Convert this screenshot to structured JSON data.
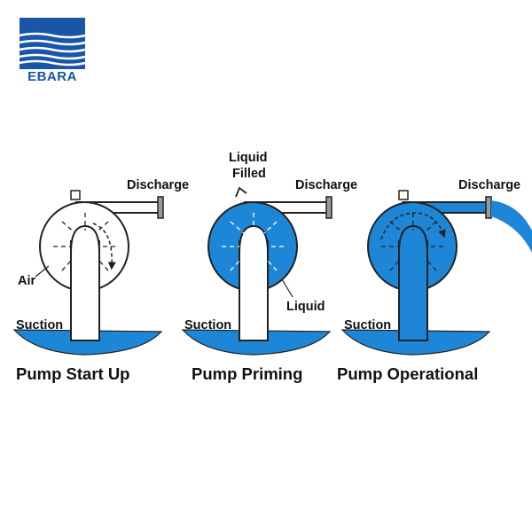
{
  "logo": {
    "text": "EBARA",
    "color": "#1a56a8"
  },
  "colors": {
    "water": "#1e86d6",
    "outline": "#222222",
    "background": "#ffffff"
  },
  "panels": [
    {
      "id": "start-up",
      "caption": "Pump Start Up",
      "labels": {
        "discharge": "Discharge",
        "suction": "Suction",
        "air": "Air"
      }
    },
    {
      "id": "priming",
      "caption": "Pump Priming",
      "labels": {
        "discharge": "Discharge",
        "suction": "Suction",
        "liquid_filled_1": "Liquid",
        "liquid_filled_2": "Filled",
        "liquid": "Liquid"
      }
    },
    {
      "id": "operational",
      "caption": "Pump Operational",
      "labels": {
        "discharge": "Discharge",
        "suction": "Suction"
      }
    }
  ]
}
